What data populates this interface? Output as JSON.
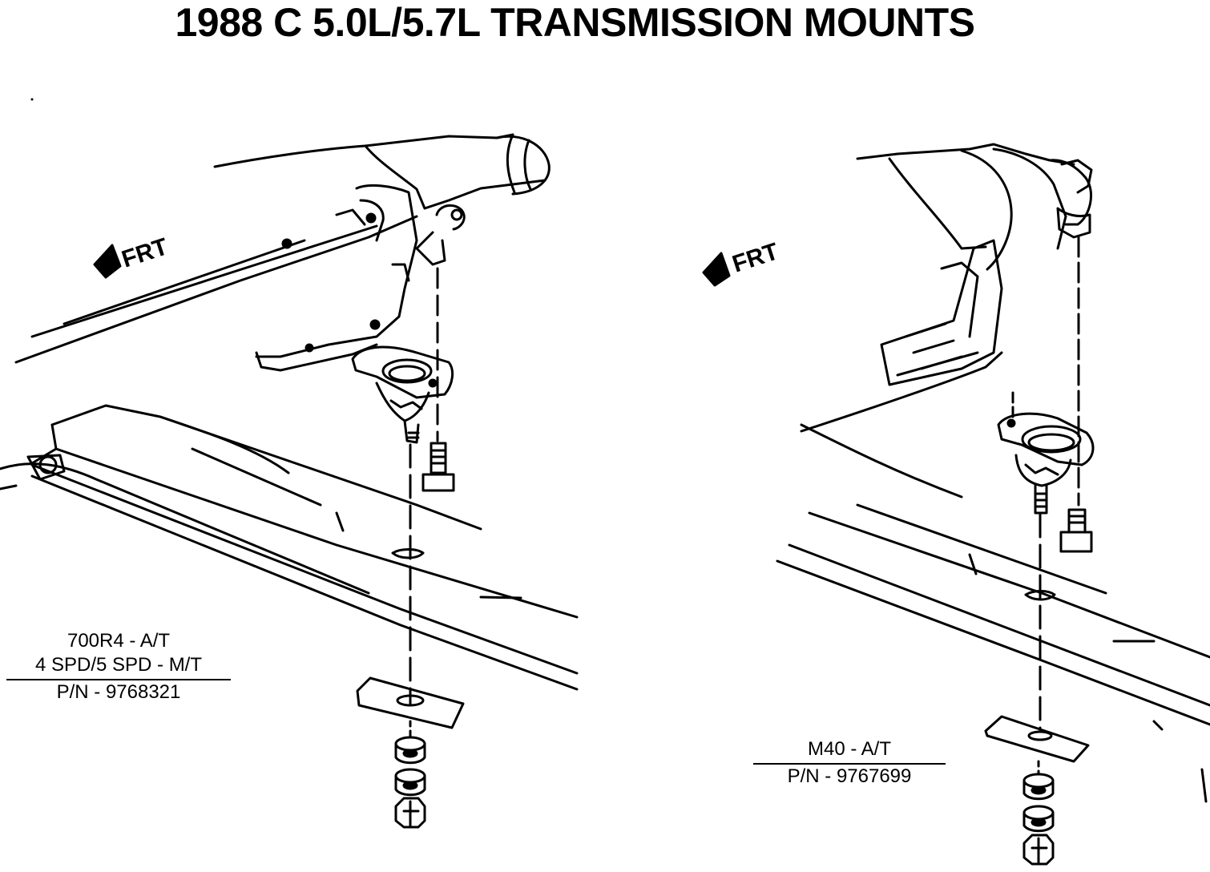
{
  "title": "1988 C 5.0L/5.7L TRANSMISSION MOUNTS",
  "left_view": {
    "direction_label": "FRT",
    "caption": {
      "line1": "700R4 - A/T",
      "line2": "4 SPD/5 SPD - M/T",
      "part_number": "P/N - 9768321"
    }
  },
  "right_view": {
    "direction_label": "FRT",
    "caption": {
      "line1": "M40 - A/T",
      "part_number": "P/N - 9767699"
    }
  },
  "colors": {
    "ink": "#000000",
    "background": "#ffffff"
  }
}
